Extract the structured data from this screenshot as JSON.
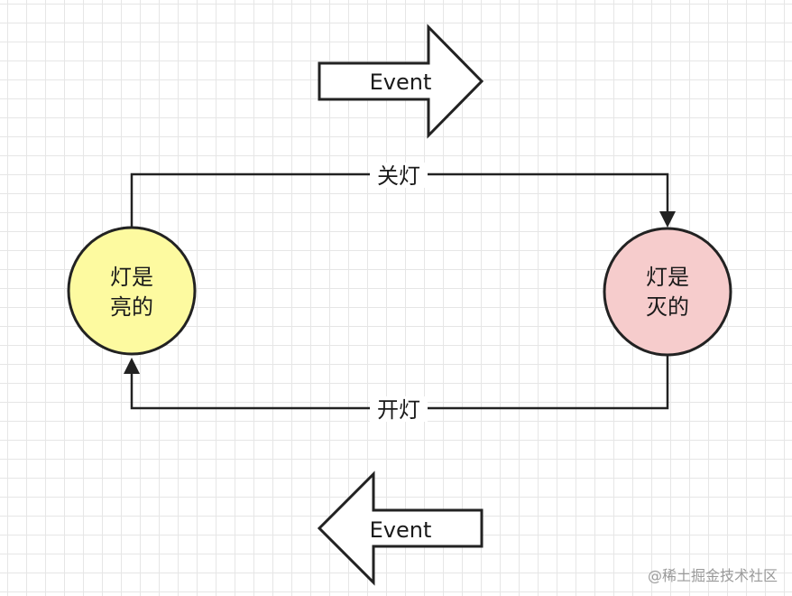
{
  "arrows": {
    "top_label": "Event",
    "bottom_label": "Event"
  },
  "states": {
    "on": {
      "line1": "灯是",
      "line2": "亮的",
      "fill": "#fdfaa0"
    },
    "off": {
      "line1": "灯是",
      "line2": "灭的",
      "fill": "#f6cccc"
    }
  },
  "transitions": {
    "turn_off": "关灯",
    "turn_on": "开灯"
  },
  "watermark": "@稀土掘金技术社区",
  "colors": {
    "stroke": "#222222",
    "grid": "#e6e6e6"
  }
}
